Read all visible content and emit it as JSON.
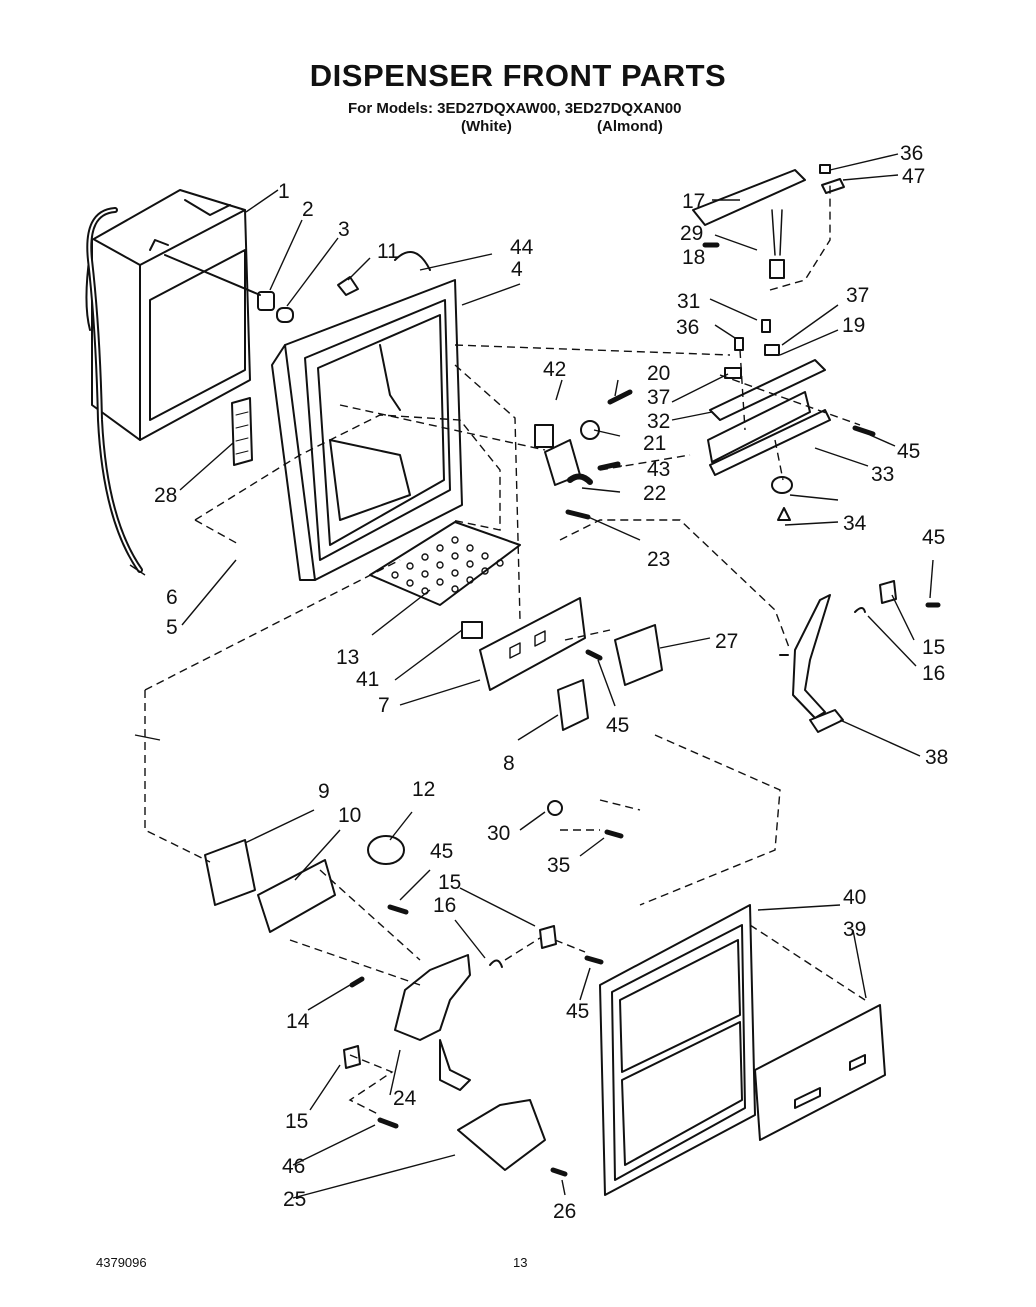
{
  "title": "DISPENSER FRONT PARTS",
  "models_line": "For Models: 3ED27DQXAW00, 3ED27DQXAN00",
  "variants": [
    "(White)",
    "(Almond)"
  ],
  "doc_number": "4379096",
  "page_number": "13",
  "callouts": [
    "1",
    "2",
    "3",
    "4",
    "5",
    "6",
    "7",
    "8",
    "9",
    "10",
    "11",
    "12",
    "13",
    "14",
    "15",
    "15",
    "15",
    "16",
    "16",
    "17",
    "18",
    "19",
    "20",
    "21",
    "22",
    "23",
    "24",
    "25",
    "26",
    "27",
    "28",
    "29",
    "30",
    "31",
    "32",
    "33",
    "34",
    "35",
    "36",
    "36",
    "37",
    "37",
    "38",
    "39",
    "40",
    "41",
    "42",
    "43",
    "44",
    "45",
    "45",
    "45",
    "45",
    "45",
    "46",
    "47"
  ]
}
